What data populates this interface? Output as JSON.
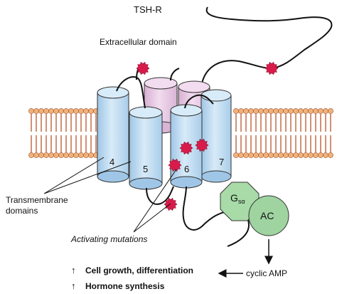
{
  "title": "TSH-R",
  "labels": {
    "extracellular": "Extracellular domain",
    "transmembrane_line1": "Transmembrane",
    "transmembrane_line2": "domains",
    "activating": "Activating mutations",
    "gs_main": "G",
    "gs_sub": "sα",
    "ac": "AC",
    "cyclic_amp": "cyclic AMP",
    "effect1": "Cell growth, differentiation",
    "effect2": "Hormone synthesis",
    "arrow_up": "↑"
  },
  "helix_numbers": [
    "4",
    "5",
    "6",
    "7"
  ],
  "colors": {
    "cylinder_blue": "#bcd9f0",
    "cylinder_pink": "#e7c9e2",
    "membrane_head": "#f0b27a",
    "membrane_tail": "#b5451b",
    "mutation": "#d81b4a",
    "gs_green": "#a8dba8",
    "ac_green": "#9fd4a0"
  }
}
